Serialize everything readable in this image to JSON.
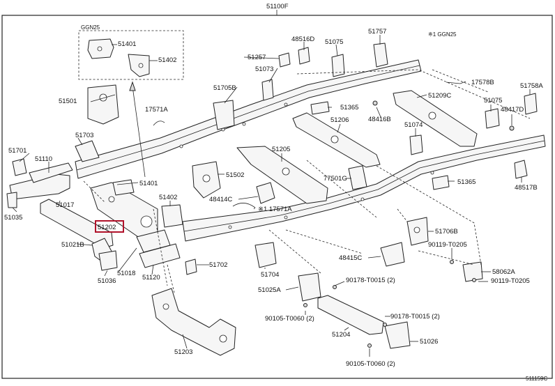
{
  "labels": {
    "main_assembly": "51100F",
    "inset_title": "GGN25",
    "inset_51401": "51401",
    "inset_51402": "51402",
    "note_ggn25": "※1 GGN25",
    "p48516D": "48516D",
    "p51757": "51757",
    "p51075_top": "51075",
    "p51257": "51257",
    "p51073": "51073",
    "p17578B": "17578B",
    "p51758A": "51758A",
    "p51705B": "51705B",
    "p51209C": "51209C",
    "p51075_right": "51075",
    "p48417D": "48417D",
    "p51501": "51501",
    "p17571A_top": "17571A",
    "p51365_top": "51365",
    "p48416B": "48416B",
    "p51206": "51206",
    "p51074": "51074",
    "p51703": "51703",
    "p51701": "51701",
    "p51110": "51110",
    "p51205": "51205",
    "p51502": "51502",
    "p77501G": "77501G",
    "p51365_right": "51365",
    "p48517B": "48517B",
    "p51401": "51401",
    "p51402": "51402",
    "p48414C": "48414C",
    "p17571A_mid": "※1 17571A",
    "p51035": "51035",
    "p51017": "51017",
    "p51202": "51202",
    "p51706B": "51706B",
    "p90119_T0205_a": "90119-T0205",
    "p51021B": "51021B",
    "p48415C": "48415C",
    "p58062A": "58062A",
    "p51018": "51018",
    "p51704": "51704",
    "p51702": "51702",
    "p90119_T0205_b": "90119-T0205",
    "p51036": "51036",
    "p51120": "51120",
    "p90178_T0015_a": "90178-T0015 (2)",
    "p51025A": "51025A",
    "p90105_T0060_a": "90105-T0060 (2)",
    "p90178_T0015_b": "90178-T0015 (2)",
    "p51204": "51204",
    "p51026": "51026",
    "p51203": "51203",
    "p90105_T0060_b": "90105-T0060 (2)",
    "diagram_id": "511159C"
  }
}
